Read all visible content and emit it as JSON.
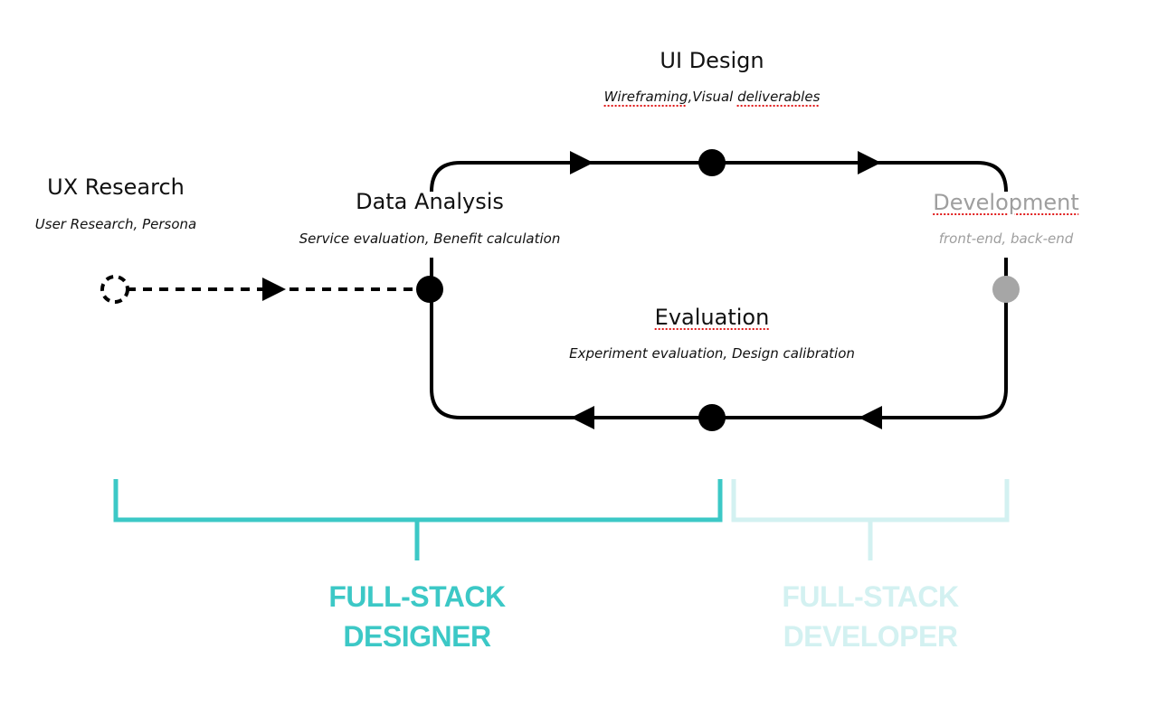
{
  "colors": {
    "line": "#000000",
    "node": "#000000",
    "node_inactive": "#a6a6a6",
    "designer_accent": "#3cc8c6",
    "developer_accent": "#d3f1f1",
    "spell_underline": "#e01818"
  },
  "stages": {
    "ux_research": {
      "title": "UX Research",
      "subtitle": "User Research,  Persona",
      "node": "dashed-circle"
    },
    "data_analysis": {
      "title": "Data Analysis",
      "subtitle": "Service evaluation,  Benefit calculation",
      "node": "filled-circle"
    },
    "ui_design": {
      "title": "UI Design",
      "subtitle_parts": [
        "Wireframing",
        ",Visual ",
        "deliverables"
      ],
      "node": "filled-circle"
    },
    "development": {
      "title": "Development",
      "subtitle": "front-end, back-end",
      "node": "grey-circle",
      "state": "inactive"
    },
    "evaluation": {
      "title": "Evaluation",
      "subtitle": "Experiment evaluation, Design calibration",
      "node": "filled-circle"
    }
  },
  "flow": {
    "sequence": [
      "UX Research",
      "Data Analysis",
      "UI Design",
      "Development",
      "Evaluation",
      "Data Analysis"
    ],
    "entry_edge": "dashed",
    "loop_direction": "clockwise"
  },
  "roles": {
    "designer": {
      "line1": "FULL-STACK",
      "line2": "DESIGNER",
      "spans": [
        "UX Research",
        "Data Analysis",
        "UI Design",
        "Evaluation"
      ]
    },
    "developer": {
      "line1": "FULL-STACK",
      "line2": "DEVELOPER",
      "spans": [
        "Development"
      ],
      "state": "faded"
    }
  }
}
